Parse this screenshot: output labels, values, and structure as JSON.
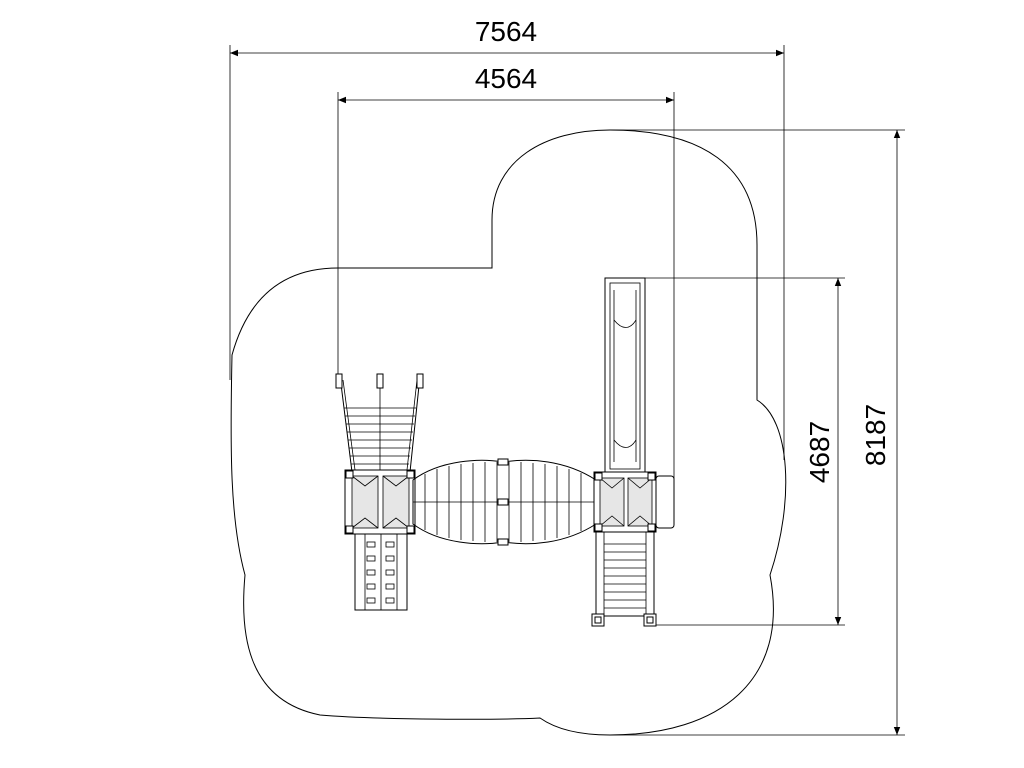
{
  "dimensions": {
    "overall_width": "7564",
    "equipment_width": "4564",
    "equipment_depth": "4687",
    "overall_depth": "8187"
  }
}
